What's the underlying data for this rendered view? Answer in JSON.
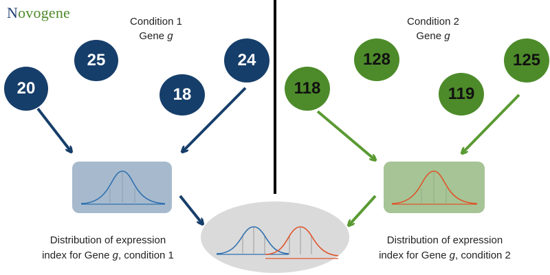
{
  "logo": {
    "part1": "N",
    "part2": "o",
    "part3": "vogene"
  },
  "condition1": {
    "title": "Condition 1",
    "gene_prefix": "Gene ",
    "gene_italic": "g"
  },
  "condition2": {
    "title": "Condition 2",
    "gene_prefix": "Gene ",
    "gene_italic": "g"
  },
  "values1": [
    "20",
    "25",
    "18",
    "24"
  ],
  "values2": [
    "118",
    "128",
    "119",
    "125"
  ],
  "caption1": {
    "line1": "Distribution of expression",
    "line2_pre": "index for Gene ",
    "line2_italic": "g",
    "line2_post": ", condition 1"
  },
  "caption2": {
    "line1": "Distribution of expression",
    "line2_pre": "index for Gene ",
    "line2_italic": "g",
    "line2_post": ", condition 2"
  },
  "colors": {
    "blue": "#163e6a",
    "green": "#4d8b2a",
    "blue_box": "#a7bacd",
    "green_box": "#a6c495",
    "center_ellipse": "#dadada",
    "blue_curve": "#2e6fb0",
    "red_curve": "#e0532a"
  }
}
